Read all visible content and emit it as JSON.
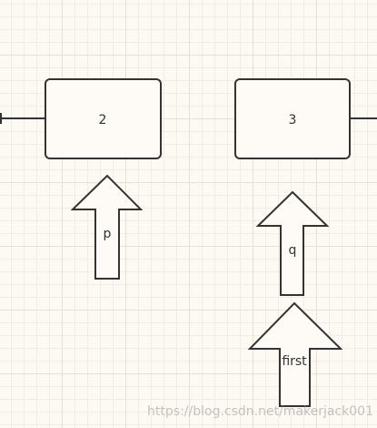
{
  "diagram": {
    "nodes": [
      {
        "id": "node-2",
        "label": "2"
      },
      {
        "id": "node-3",
        "label": "3"
      }
    ],
    "pointers": [
      {
        "id": "p",
        "label": "p"
      },
      {
        "id": "q",
        "label": "q"
      },
      {
        "id": "first",
        "label": "first"
      }
    ]
  },
  "watermark": "https://blog.csdn.net/makerjack001",
  "colors": {
    "stroke": "#333333",
    "fill": "#fefbf6",
    "background": "#fdf9f3"
  }
}
